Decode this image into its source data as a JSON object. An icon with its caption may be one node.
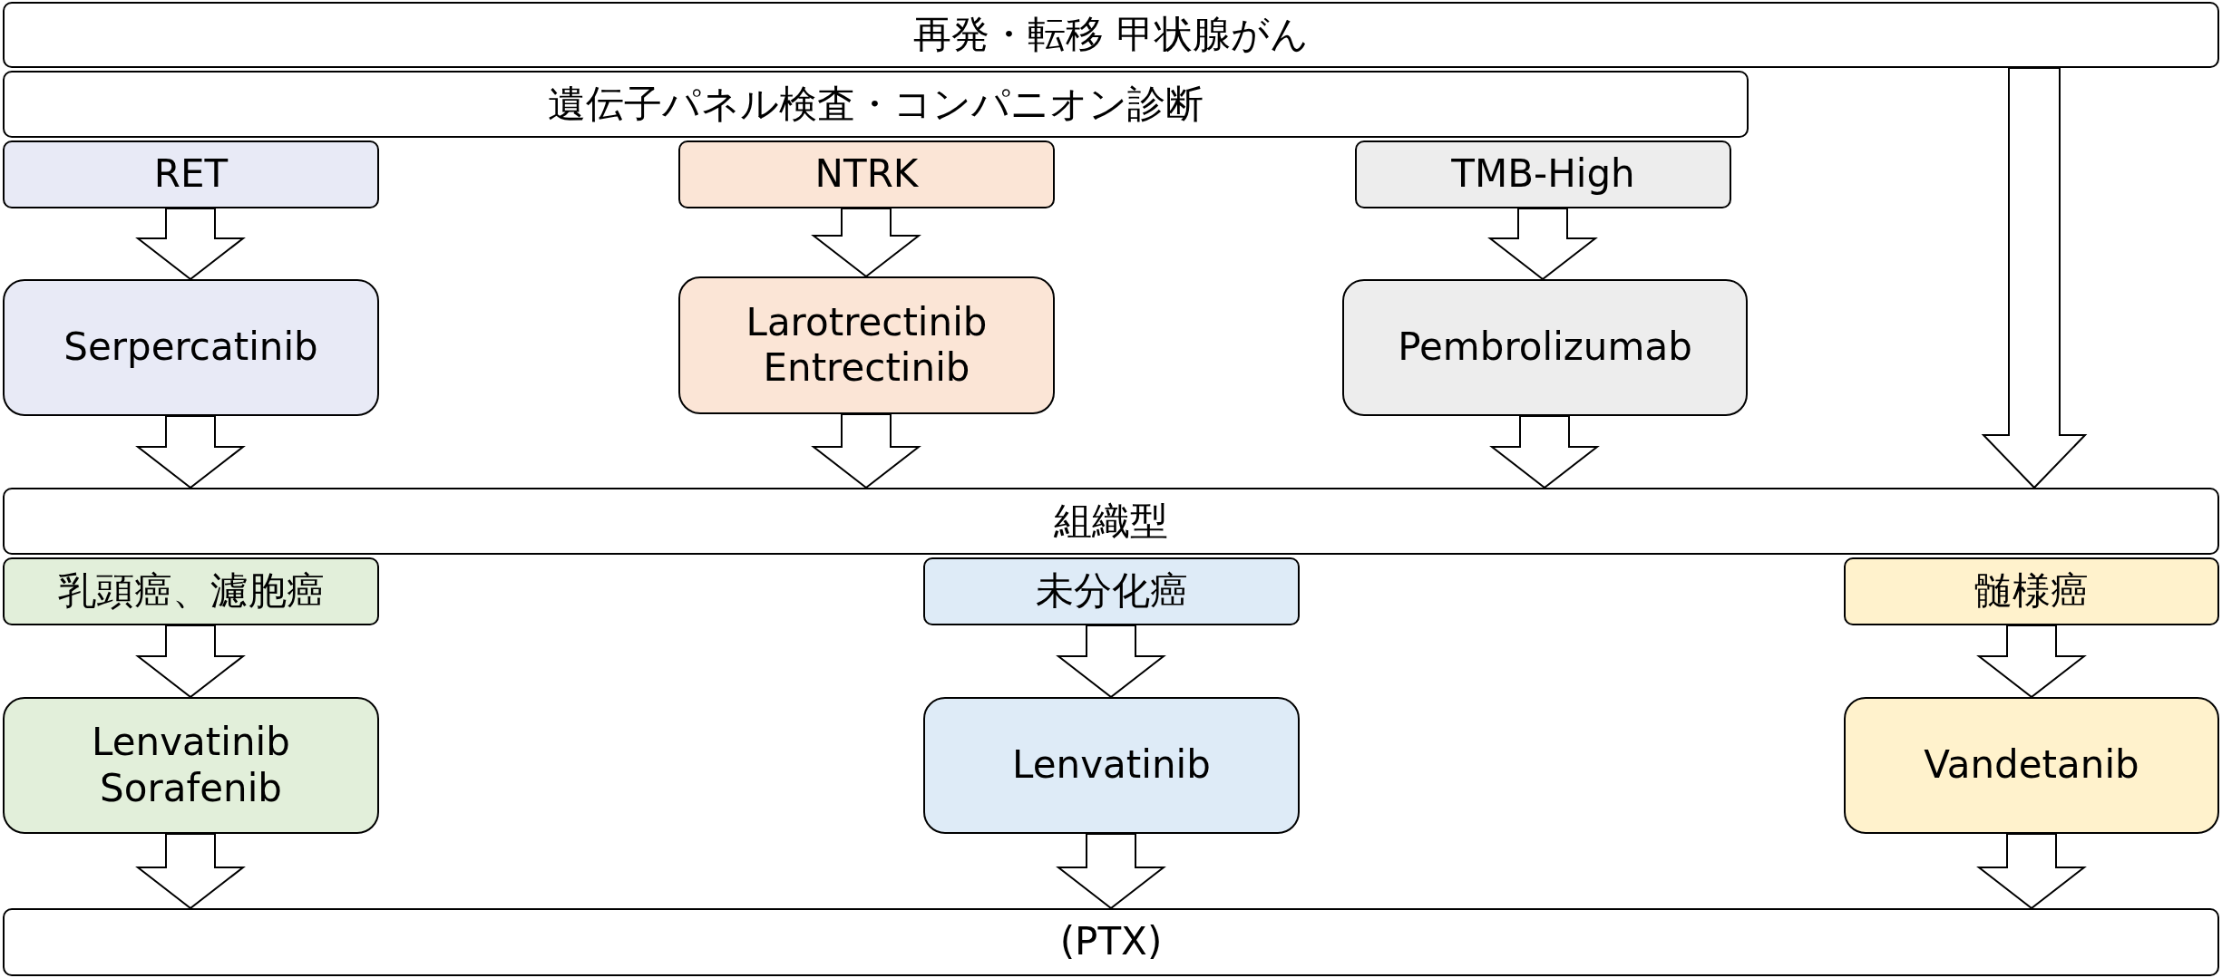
{
  "diagram": {
    "nodes": [
      {
        "text": [
          "再発・転移 甲状腺がん"
        ]
      },
      {
        "text": [
          "遺伝子パネル検査・コンパニオン診断"
        ]
      },
      {
        "text": [
          "RET"
        ]
      },
      {
        "text": [
          "NTRK"
        ]
      },
      {
        "text": [
          "TMB-High"
        ]
      },
      {
        "text": [
          "Serpercatinib"
        ]
      },
      {
        "text": [
          "Larotrectinib Entrectinib"
        ]
      },
      {
        "text": [
          "Pembrolizumab"
        ]
      },
      {
        "text": [
          "組織型"
        ]
      },
      {
        "text": [
          "乳頭癌、濾胞癌"
        ]
      },
      {
        "text": [
          "未分化癌"
        ]
      },
      {
        "text": [
          "髄様癌"
        ]
      },
      {
        "text": [
          "Lenvatinib Sorafenib"
        ]
      },
      {
        "text": [
          "Lenvatinib"
        ]
      },
      {
        "text": [
          "Vandetanib"
        ]
      },
      {
        "text": [
          "(PTX)"
        ]
      }
    ],
    "edges": [
      {
        "from": 2,
        "to": 5,
        "arrow": "to"
      },
      {
        "from": 3,
        "to": 6,
        "arrow": "to"
      },
      {
        "from": 4,
        "to": 7,
        "arrow": "to"
      },
      {
        "from": 5,
        "to": 8,
        "arrow": "to"
      },
      {
        "from": 6,
        "to": 8,
        "arrow": "to"
      },
      {
        "from": 7,
        "to": 8,
        "arrow": "to"
      },
      {
        "from": 0,
        "to": 8,
        "arrow": "to"
      },
      {
        "from": 9,
        "to": 12,
        "arrow": "to"
      },
      {
        "from": 10,
        "to": 13,
        "arrow": "to"
      },
      {
        "from": 11,
        "to": 14,
        "arrow": "to"
      },
      {
        "from": 12,
        "to": 15,
        "arrow": "to"
      },
      {
        "from": 13,
        "to": 15,
        "arrow": "to"
      },
      {
        "from": 14,
        "to": 15,
        "arrow": "to"
      }
    ]
  }
}
